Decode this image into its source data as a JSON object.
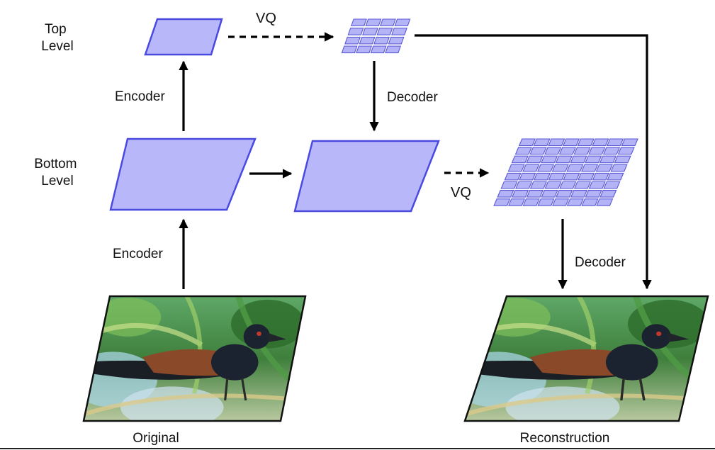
{
  "labels": {
    "top_level": [
      "Top",
      "Level"
    ],
    "bottom_level": [
      "Bottom",
      "Level"
    ],
    "encoder_top": "Encoder",
    "encoder_bottom": "Encoder",
    "decoder_top": "Decoder",
    "decoder_bottom": "Decoder",
    "vq_top": "VQ",
    "vq_bottom": "VQ",
    "caption_original": "Original",
    "caption_reconstruction": "Reconstruction"
  },
  "colors": {
    "latent_fill": "#b7b7fa",
    "latent_stroke": "#4a4ae0",
    "arrow": "#000000"
  },
  "grids": {
    "top_codes": {
      "rows": 4,
      "cols": 4
    },
    "bottom_codes": {
      "rows": 8,
      "cols": 8
    }
  }
}
